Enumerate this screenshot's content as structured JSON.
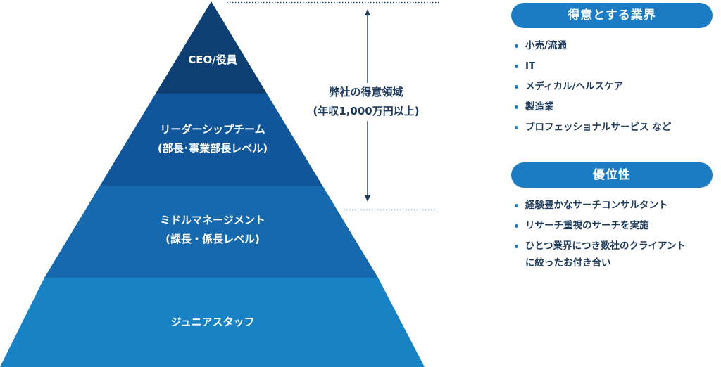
{
  "pyramid": {
    "tiers": [
      {
        "lines": [
          "CEO/役員"
        ],
        "color": "#0e3f73"
      },
      {
        "lines": [
          "リーダーシップチーム",
          "(部長･事業部長レベル)"
        ],
        "color": "#11569a"
      },
      {
        "lines": [
          "ミドルマネージメント",
          "(課長・係長レベル)"
        ],
        "color": "#1769ad"
      },
      {
        "lines": [
          "ジュニアスタッフ"
        ],
        "color": "#1982c4"
      }
    ]
  },
  "scope": {
    "line1": "弊社の得意領域",
    "line2": "(年収1,000万円以上)"
  },
  "industries": {
    "title": "得意とする業界",
    "items": [
      "小売/流通",
      "IT",
      "メディカル/ヘルスケア",
      "製造業",
      "プロフェッショナルサービス など"
    ]
  },
  "advantages": {
    "title": "優位性",
    "items": [
      "経験豊かなサーチコンサルタント",
      "リサーチ重視のサーチを実施",
      "ひとつ業界につき数社のクライアント\nに絞ったお付き合い"
    ]
  },
  "colors": {
    "accent": "#1b7cc4",
    "text": "#1f3b5c"
  }
}
